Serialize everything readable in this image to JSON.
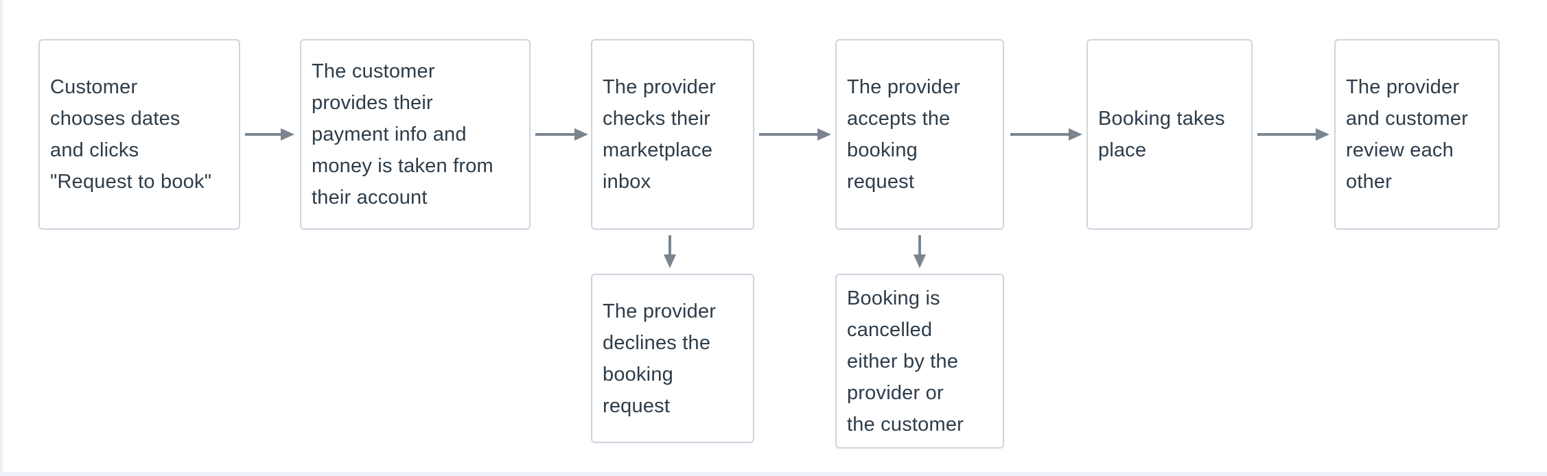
{
  "diagram": {
    "type": "flowchart",
    "description": "Request-to-book marketplace booking flow",
    "colors": {
      "background": "#ffffff",
      "node_border": "#ccd5df",
      "node_text": "#2d3c49",
      "arrow": "#7b858f",
      "page_edge": "#eef1f7"
    },
    "icons": {
      "arrow_right": "→",
      "arrow_down": "↓"
    },
    "main_flow": [
      {
        "id": "step-1",
        "text": "Customer\nchooses dates\nand clicks\n\"Request to book\""
      },
      {
        "id": "step-2",
        "text": "The customer\nprovides their\npayment info and\nmoney is taken from\ntheir account"
      },
      {
        "id": "step-3",
        "text": "The provider\nchecks their\nmarketplace\ninbox"
      },
      {
        "id": "step-4",
        "text": "The provider\naccepts the\nbooking\nrequest"
      },
      {
        "id": "step-5",
        "text": "Booking takes\nplace"
      },
      {
        "id": "step-6",
        "text": "The provider\nand customer\nreview each\nother"
      }
    ],
    "alternate_outcomes": [
      {
        "id": "decline",
        "branches_from": "step-3",
        "text": "The provider\ndeclines the\nbooking\nrequest"
      },
      {
        "id": "cancel",
        "branches_from": "step-4",
        "text": "Booking is\ncancelled\neither by the\nprovider or\nthe customer"
      }
    ]
  }
}
